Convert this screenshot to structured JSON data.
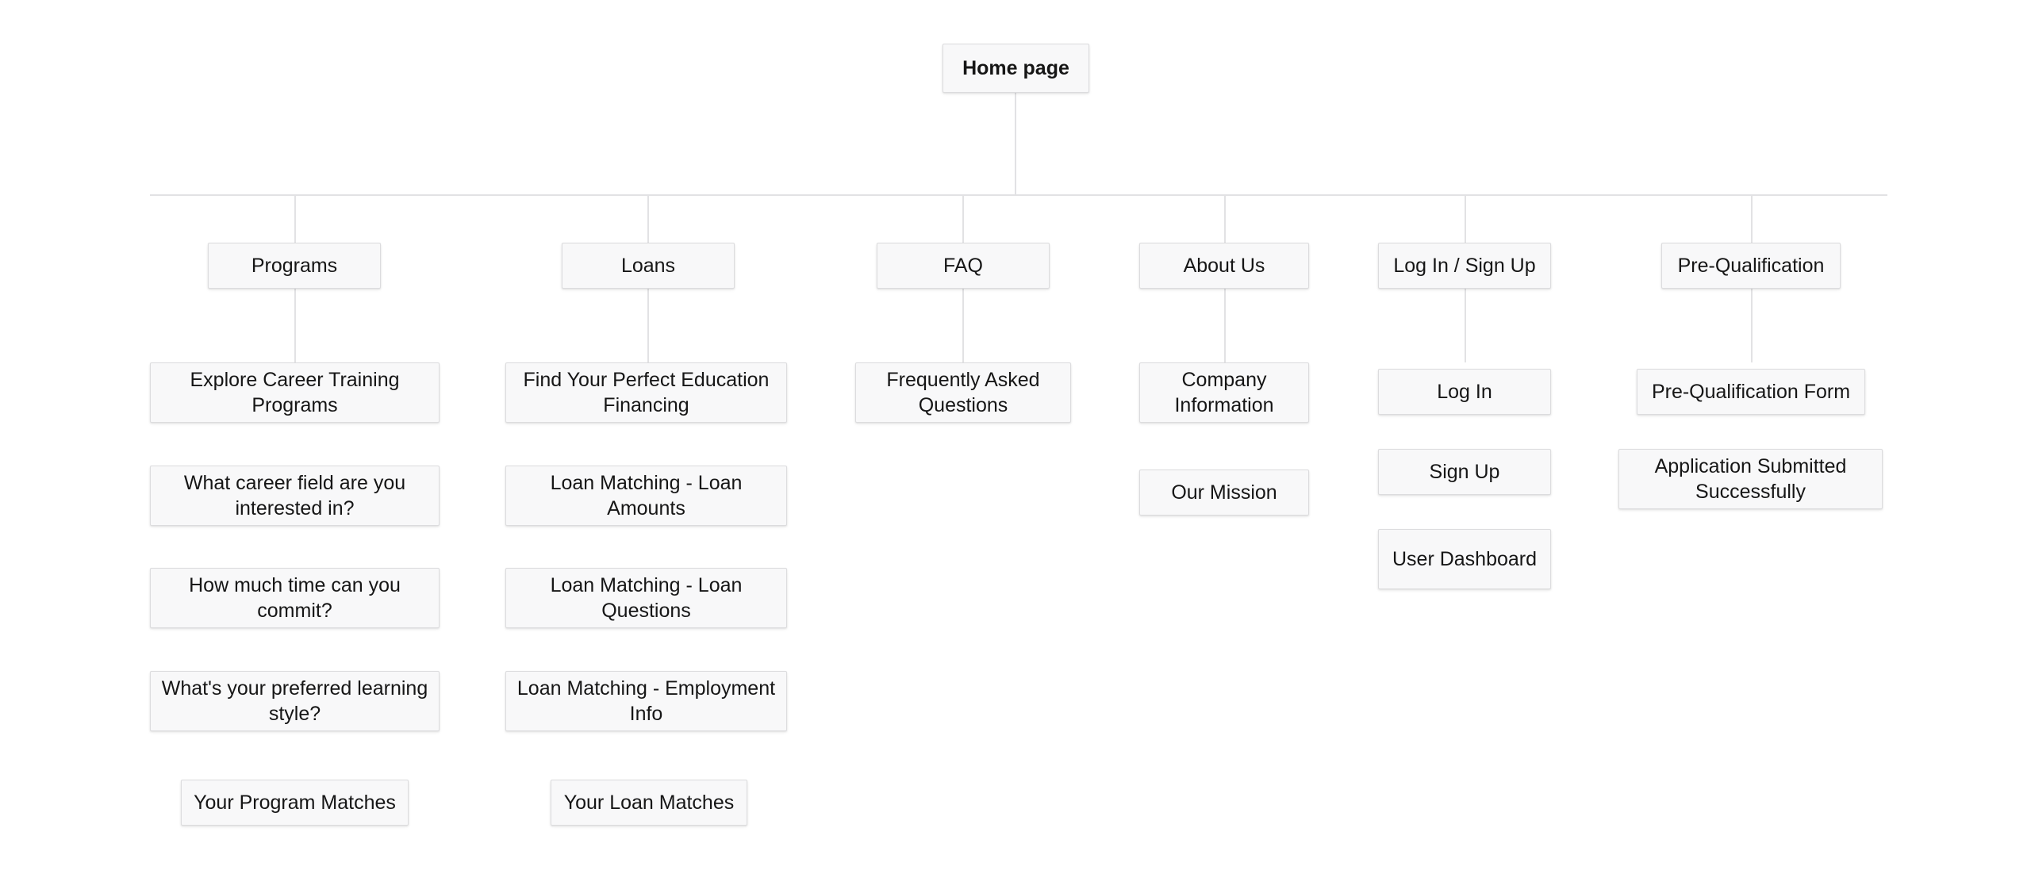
{
  "diagram": {
    "title": "Home page",
    "type": "sitemap",
    "background": "#ffffff",
    "node_fill": "#f8f8f9",
    "node_border": "#dcdcde",
    "connector_color": "#e2e2e4",
    "text_color": "#161616"
  },
  "root": {
    "label": "Home page"
  },
  "columns": [
    {
      "id": "programs",
      "top": {
        "label": "Programs"
      },
      "children": [
        {
          "label": "Explore Career Training Programs"
        },
        {
          "label": "What career field are you interested in?"
        },
        {
          "label": "How much time can you commit?"
        },
        {
          "label": "What's your preferred learning style?"
        },
        {
          "label": "Your Program Matches"
        }
      ]
    },
    {
      "id": "loans",
      "top": {
        "label": "Loans"
      },
      "children": [
        {
          "label": "Find Your Perfect Education Financing"
        },
        {
          "label": "Loan Matching - Loan Amounts"
        },
        {
          "label": "Loan Matching - Loan Questions"
        },
        {
          "label": "Loan Matching - Employment Info"
        },
        {
          "label": "Your Loan Matches"
        }
      ]
    },
    {
      "id": "faq",
      "top": {
        "label": "FAQ"
      },
      "children": [
        {
          "label": "Frequently Asked Questions"
        }
      ]
    },
    {
      "id": "about-us",
      "top": {
        "label": "About Us"
      },
      "children": [
        {
          "label": "Company Information"
        },
        {
          "label": "Our Mission"
        }
      ]
    },
    {
      "id": "log-in-sign-up",
      "top": {
        "label": "Log In / Sign Up"
      },
      "children": [
        {
          "label": "Log In"
        },
        {
          "label": "Sign Up"
        },
        {
          "label": "User Dashboard"
        }
      ]
    },
    {
      "id": "pre-qualification",
      "top": {
        "label": "Pre-Qualification"
      },
      "children": [
        {
          "label": "Pre-Qualification Form"
        },
        {
          "label": "Application Submitted Successfully"
        }
      ]
    }
  ]
}
